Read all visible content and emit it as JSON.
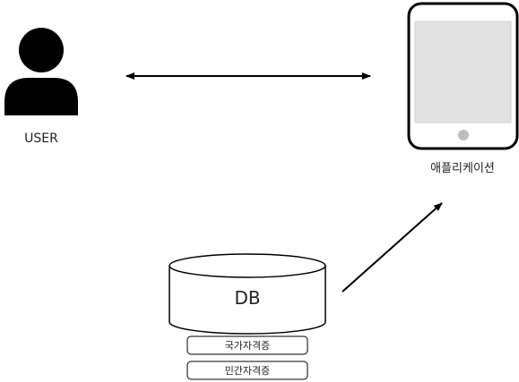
{
  "user": {
    "icon": "user-silhouette-icon",
    "label": "USER"
  },
  "application": {
    "icon": "tablet-device-icon",
    "label": "애플리케이션"
  },
  "database": {
    "icon": "database-cylinder-icon",
    "label": "DB",
    "tags": [
      {
        "label": "국가자격증"
      },
      {
        "label": "민간자격증"
      }
    ]
  },
  "connectors": [
    {
      "from": "user",
      "to": "application",
      "direction": "both"
    },
    {
      "from": "database",
      "to": "application",
      "direction": "to"
    }
  ],
  "colors": {
    "ink": "#000000",
    "screen": "#e2e2e2",
    "screen_border": "#d0d0d0",
    "home_button": "#bdbdbd",
    "text": "#222222"
  }
}
